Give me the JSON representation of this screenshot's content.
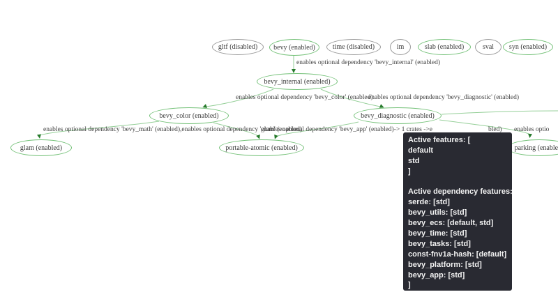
{
  "graph": {
    "nodes": [
      {
        "id": "gltf",
        "label": "gltf (disabled)",
        "state": "disabled"
      },
      {
        "id": "bevy",
        "label": "bevy (enabled)",
        "state": "enabled"
      },
      {
        "id": "time",
        "label": "time (disabled)",
        "state": "disabled"
      },
      {
        "id": "im",
        "label": "im",
        "state": "plain"
      },
      {
        "id": "slab",
        "label": "slab (enabled)",
        "state": "enabled"
      },
      {
        "id": "sval",
        "label": "sval",
        "state": "plain"
      },
      {
        "id": "syn",
        "label": "syn (enabled)",
        "state": "enabled"
      },
      {
        "id": "bevy_internal",
        "label": "bevy_internal (enabled)",
        "state": "enabled"
      },
      {
        "id": "bevy_color",
        "label": "bevy_color (enabled)",
        "state": "enabled"
      },
      {
        "id": "bevy_diagnostic",
        "label": "bevy_diagnostic (enabled)",
        "state": "enabled"
      },
      {
        "id": "glam",
        "label": "glam (enabled)",
        "state": "enabled"
      },
      {
        "id": "portable-atomic",
        "label": "portable-atomic (enabled)",
        "state": "enabled"
      },
      {
        "id": "parking",
        "label": "parking (enabled)",
        "state": "enabled"
      }
    ],
    "edge_labels": [
      {
        "text": "enables optional dependency 'bevy_internal' (enabled)"
      },
      {
        "text": "enables optional dependency 'bevy_color' (enabled)"
      },
      {
        "text": "enables optional dependency 'bevy_diagnostic' (enabled)"
      },
      {
        "text": "enables optional dependency 'bevy_math' (enabled),enables optional dependency 'glam' (enabled)"
      },
      {
        "text": "enables optional dependency 'bevy_app' (enabled)-> 1 crates ->e"
      },
      {
        "text": "bled)"
      },
      {
        "text": "enables optio"
      }
    ],
    "colors": {
      "enabled_stroke": "#74c178",
      "disabled_stroke": "#9b9b9b",
      "edge_line": "#95cf98",
      "arrow_fill": "#267a2b",
      "label_text": "#3d3d3d"
    }
  },
  "tooltip": {
    "background": "#292a32",
    "text_color": "#f2f2f2",
    "lines": [
      "Active features: [",
      "default",
      "std",
      "]",
      "",
      "Active dependency features: [",
      "serde: [std]",
      "bevy_utils: [std]",
      "bevy_ecs: [default, std]",
      "bevy_time: [std]",
      "bevy_tasks: [std]",
      "const-fnv1a-hash: [default]",
      "bevy_platform: [std]",
      "bevy_app: [std]",
      "]"
    ]
  }
}
